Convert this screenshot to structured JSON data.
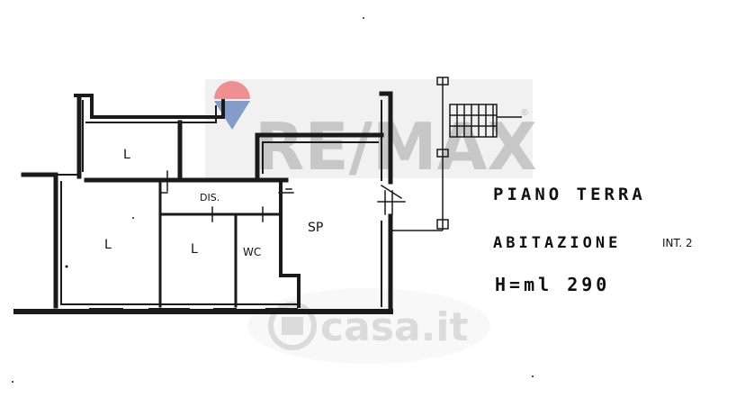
{
  "watermarks": {
    "remax_text": "RE/MAX",
    "remax_mark": "®",
    "casa_text": "casa.it"
  },
  "rooms": {
    "top_left": "L",
    "left": "L",
    "center": "L",
    "dis": "DIS.",
    "wc": "WC",
    "sp": "SP"
  },
  "annotations": {
    "floor": "PIANO TERRA",
    "unit": "ABITAZIONE",
    "unit_number": "INT. 2",
    "height": "H=ml 290"
  },
  "colors": {
    "wall": "#1a1a1a",
    "remax_red": "#e1363b",
    "remax_blue": "#1f4c9c",
    "watermark_gray": "#bdbdbd"
  }
}
